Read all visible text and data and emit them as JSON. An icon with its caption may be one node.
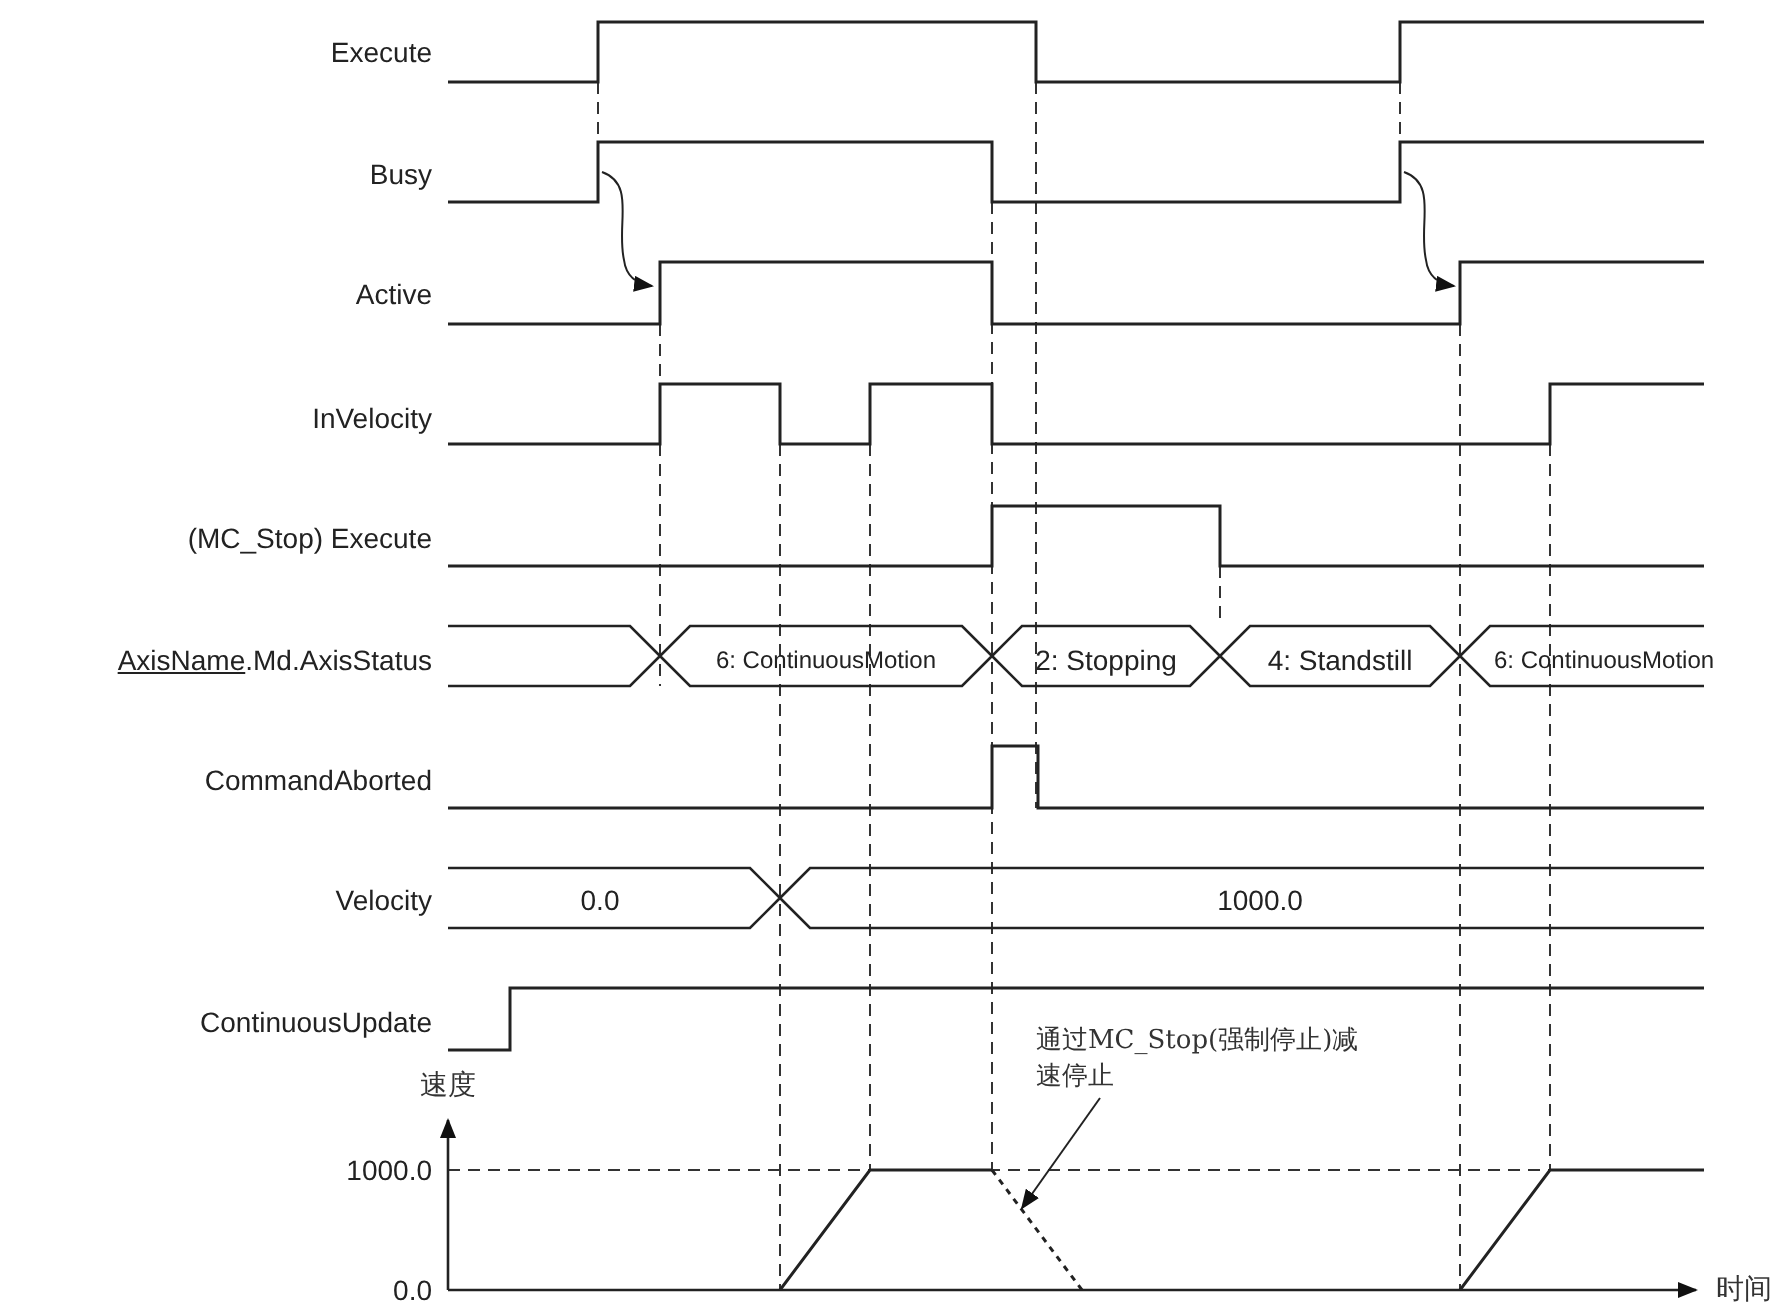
{
  "diagram": {
    "nodes": [
      {
        "text": [
          "通过MC_Stop(强制停止)减速停止"
        ]
      },
      {
        "text": [],
        "shape": "line"
      }
    ],
    "edges": [
      {
        "from": 0,
        "to": 1,
        "arrow": "to"
      }
    ],
    "labels": [
      "Execute",
      "Busy",
      "Active",
      "InVelocity",
      "(MC_Stop) Execute",
      "AxisName.Md.AxisStatus",
      "6: ContinuousMotion",
      "2: Stopping",
      "4: Standstill",
      "6: ContinuousMotion",
      "CommandAborted",
      "Velocity",
      "0.0",
      "1000.0",
      "ContinuousUpdate",
      "速度",
      "1000.0",
      "0.0",
      "时间"
    ]
  }
}
